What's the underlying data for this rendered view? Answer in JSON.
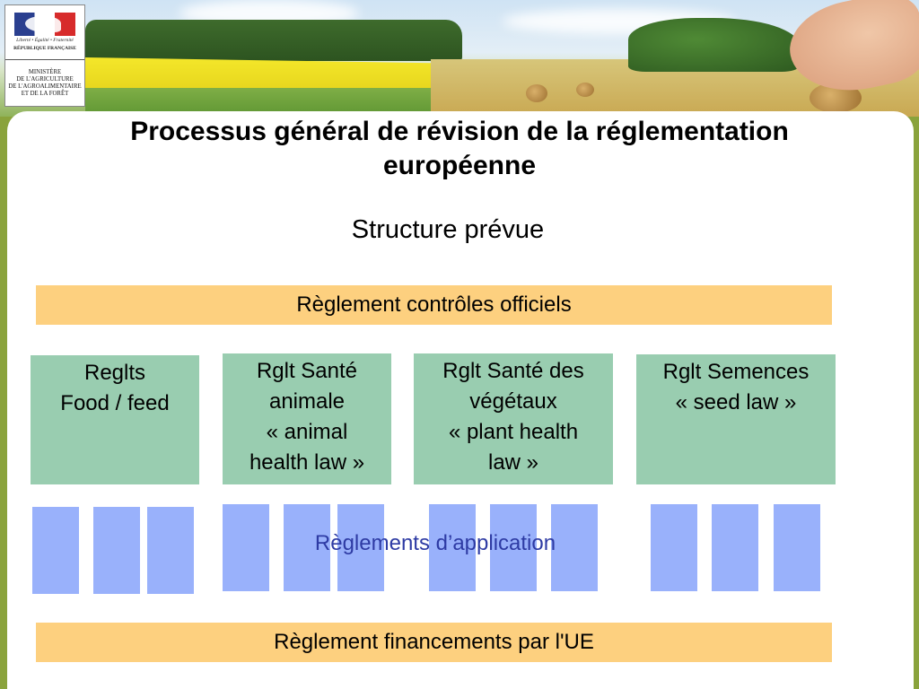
{
  "logo": {
    "motto": "Liberté • Égalité • Fraternité",
    "republic": "RÉPUBLIQUE FRANÇAISE",
    "ministry": "MINISTÈRE\nDE L'AGRICULTURE\nDE L'AGROALIMENTAIRE\nET DE LA FORÊT"
  },
  "title": "Processus général de révision de la réglementation européenne",
  "subtitle": "Structure prévue",
  "top_bar": "Règlement contrôles officiels",
  "boxes": [
    {
      "lines": [
        "Reglts",
        "Food / feed"
      ]
    },
    {
      "lines": [
        "Rglt Santé",
        "animale",
        "« animal",
        "health law »"
      ]
    },
    {
      "lines": [
        "Rglt Santé des",
        "végétaux",
        "« plant health",
        "law »"
      ]
    },
    {
      "lines": [
        "Rglt Semences",
        "« seed law »"
      ]
    }
  ],
  "applications_label": "Règlements d’application",
  "bottom_bar": "Règlement financements par l'UE",
  "colors": {
    "orange_bar": "#fdd07f",
    "green_box": "#99cdb0",
    "blue_rect": "#99b1fb",
    "label_blue": "#2e3ba4",
    "frame_green": "#8aa33c"
  }
}
